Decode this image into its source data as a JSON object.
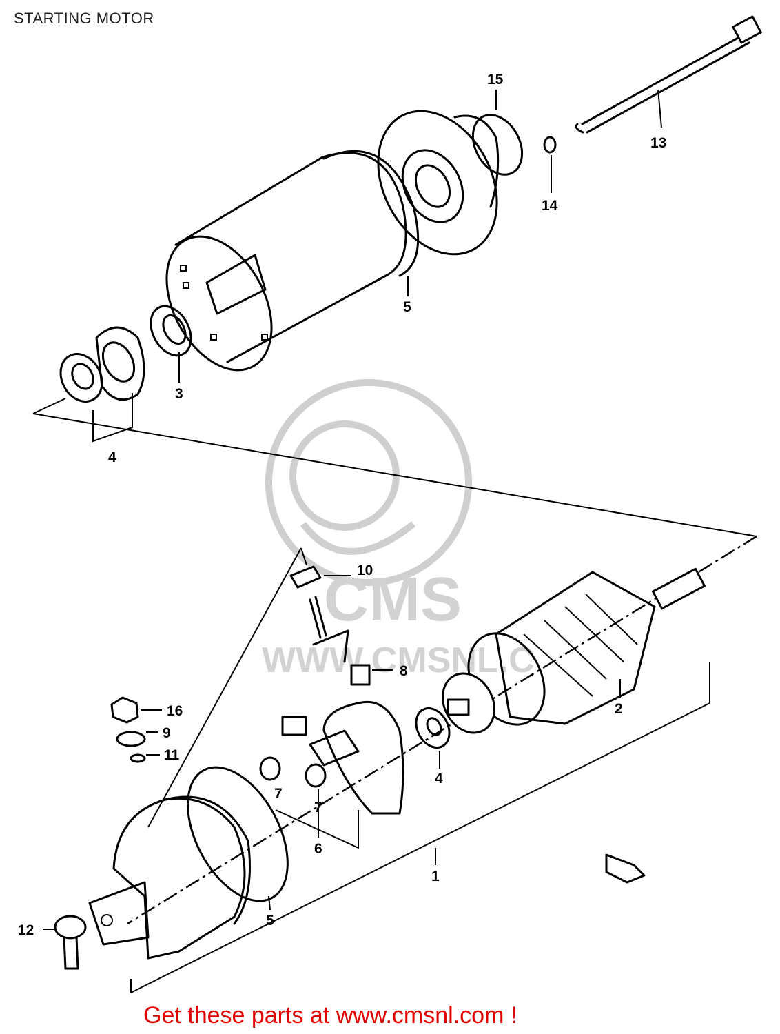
{
  "title": "STARTING MOTOR",
  "footer": "Get these parts at www.cmsnl.com !",
  "watermark": {
    "brand": "CMS",
    "url": "WWW.CMSNL.C"
  },
  "colors": {
    "line": "#000000",
    "watermark": "#d0d0d0",
    "footer": "#e00000"
  },
  "callouts": [
    "1",
    "2",
    "3",
    "4",
    "4",
    "5",
    "5",
    "6",
    "7",
    "7",
    "8",
    "9",
    "10",
    "11",
    "12",
    "13",
    "14",
    "15",
    "16"
  ]
}
